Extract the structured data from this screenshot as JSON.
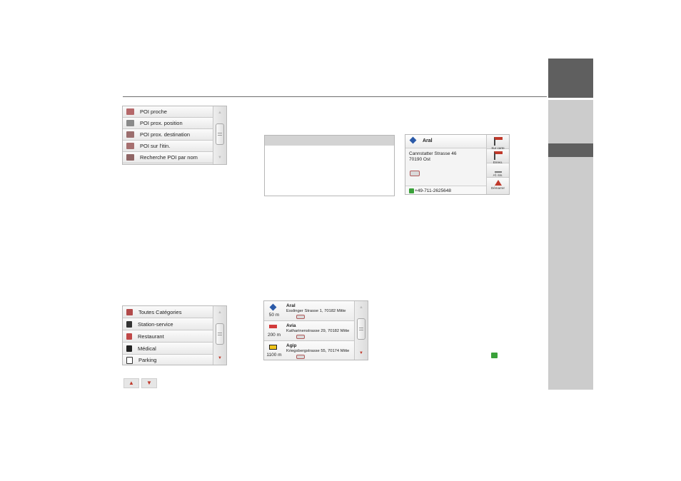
{
  "colors": {
    "side_dark": "#5f5f5f",
    "side_light": "#cccccc",
    "accent": "#c0392b",
    "phone_green": "#3aa13a"
  },
  "poi_menu": {
    "items": [
      {
        "label": "POI proche",
        "icon": "poi-nearby-icon"
      },
      {
        "label": "POI prox. position",
        "icon": "poi-position-icon"
      },
      {
        "label": "POI prox. destination",
        "icon": "poi-destination-icon"
      },
      {
        "label": "POI sur l'itin.",
        "icon": "poi-route-icon"
      },
      {
        "label": "Recherche POI par nom",
        "icon": "poi-search-icon"
      }
    ]
  },
  "category_menu": {
    "items": [
      {
        "label": "Toutes Catégories",
        "icon": "all-categories-icon"
      },
      {
        "label": "Station-service",
        "icon": "fuel-pump-icon"
      },
      {
        "label": "Restaurant",
        "icon": "restaurant-icon"
      },
      {
        "label": "Médical",
        "icon": "medical-icon"
      },
      {
        "label": "Parking",
        "icon": "parking-icon"
      }
    ]
  },
  "scroll_buttons": {
    "up": "▲",
    "down": "▼"
  },
  "detail": {
    "name": "Aral",
    "street": "Cannstatter Strasse 46",
    "city": "70190 Ost",
    "phone": "+49-711-2625648",
    "buttons": [
      "Sur carte",
      "Enreg.",
      "Af. itin.",
      "Démarrer"
    ]
  },
  "results": {
    "items": [
      {
        "name": "Aral",
        "address": "Esslinger Strasse 1, 70182 Mitte",
        "distance": "50 m"
      },
      {
        "name": "Avia",
        "address": "Katharinenstrasse 29, 70182 Mitte",
        "distance": "200 m"
      },
      {
        "name": "Agip",
        "address": "Kriegsbergstrasse 55, 70174 Mitte",
        "distance": "1100 m"
      }
    ]
  }
}
